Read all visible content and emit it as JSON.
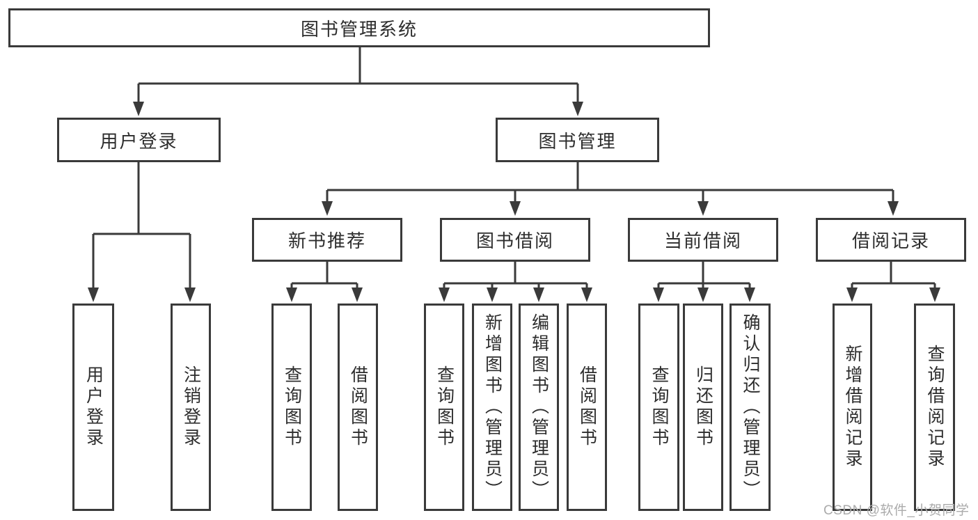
{
  "colors": {
    "line": "#3a3a3a",
    "text": "#2d2d2d",
    "watermark": "#ababab",
    "background": "#ffffff"
  },
  "nodes": {
    "root": {
      "label": "图书管理系统"
    },
    "user_login": {
      "label": "用户登录"
    },
    "book_management": {
      "label": "图书管理"
    },
    "new_book_recommend": {
      "label": "新书推荐"
    },
    "book_borrow": {
      "label": "图书借阅"
    },
    "current_borrow": {
      "label": "当前借阅"
    },
    "borrow_records": {
      "label": "借阅记录"
    },
    "leaf_user_login": {
      "label": "用户登录"
    },
    "leaf_logout": {
      "label": "注销登录"
    },
    "leaf_recommend_query_book": {
      "label": "查询图书"
    },
    "leaf_recommend_borrow_book": {
      "label": "借阅图书"
    },
    "leaf_borrow_query_book": {
      "label": "查询图书"
    },
    "leaf_borrow_add_book": {
      "label": "新增图书（管理员）"
    },
    "leaf_borrow_edit_book": {
      "label": "编辑图书（管理员）"
    },
    "leaf_borrow_borrow_book": {
      "label": "借阅图书"
    },
    "leaf_current_query_book": {
      "label": "查询图书"
    },
    "leaf_current_return_book": {
      "label": "归还图书"
    },
    "leaf_current_confirm_return": {
      "label": "确认归还（管理员）"
    },
    "leaf_records_add_record": {
      "label": "新增借阅记录"
    },
    "leaf_records_query_record": {
      "label": "查询借阅记录"
    }
  },
  "watermark": {
    "text": "CSDN @软件_小贺同学"
  }
}
